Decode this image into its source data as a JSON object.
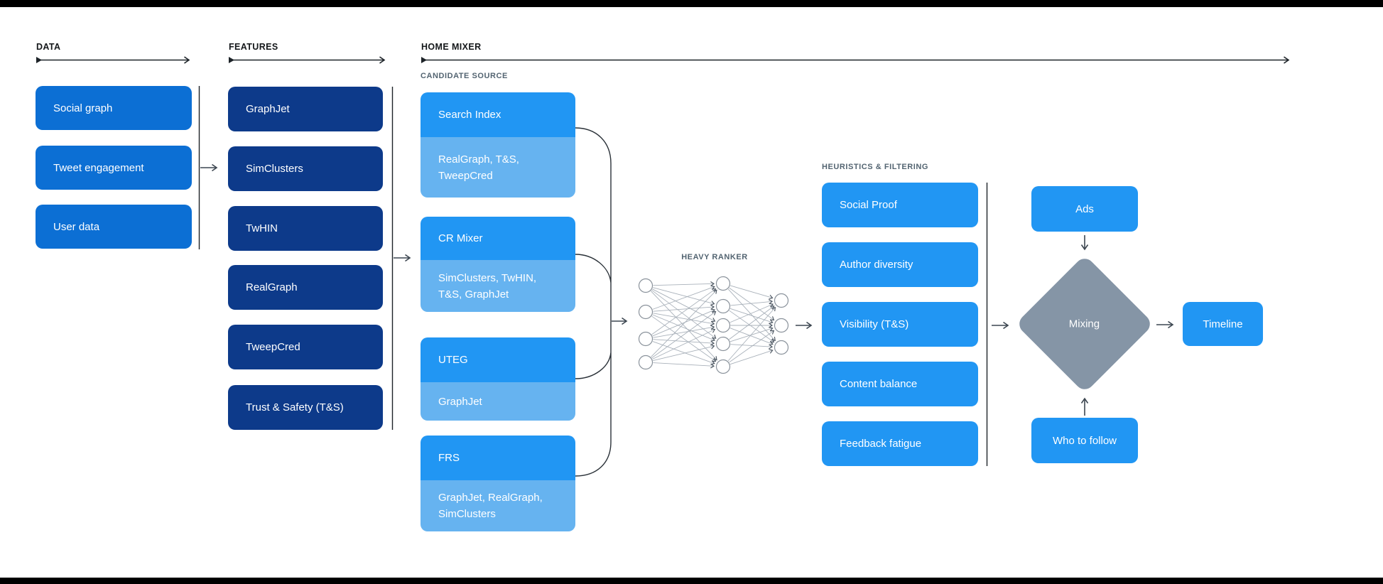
{
  "sections": {
    "data": {
      "label": "DATA",
      "items": [
        "Social graph",
        "Tweet engagement",
        "User data"
      ]
    },
    "features": {
      "label": "FEATURES",
      "items": [
        "GraphJet",
        "SimClusters",
        "TwHIN",
        "RealGraph",
        "TweepCred",
        "Trust & Safety (T&S)"
      ]
    },
    "home_mixer": {
      "label": "HOME MIXER",
      "candidate_source": {
        "label": "CANDIDATE SOURCE",
        "groups": [
          {
            "name": "Search Index",
            "input_lines": [
              "RealGraph, T&S,",
              "TweepCred"
            ]
          },
          {
            "name": "CR Mixer",
            "input_lines": [
              "SimClusters, TwHIN,",
              "T&S, GraphJet"
            ]
          },
          {
            "name": "UTEG",
            "input_lines": [
              "GraphJet"
            ]
          },
          {
            "name": "FRS",
            "input_lines": [
              "GraphJet, RealGraph,",
              "SimClusters"
            ]
          }
        ]
      },
      "heavy_ranker": {
        "label": "HEAVY RANKER",
        "layers": [
          4,
          5,
          3
        ]
      },
      "heuristics": {
        "label": "HEURISTICS & FILTERING",
        "items": [
          "Social Proof",
          "Author diversity",
          "Visibility (T&S)",
          "Content balance",
          "Feedback fatigue"
        ]
      },
      "mixing_stage": {
        "ads": "Ads",
        "mixing": "Mixing",
        "who_to_follow": "Who to follow",
        "timeline": "Timeline"
      }
    }
  },
  "colors": {
    "data_box": "#0c6fd4",
    "feature_box": "#0d3a8a",
    "bright_blue": "#2196f3",
    "light_blue": "#66b3f0",
    "diamond_gray": "#8595a6",
    "label_slate": "#536471",
    "line_dark": "#1d2328",
    "arrow_gray": "#3c4650"
  }
}
